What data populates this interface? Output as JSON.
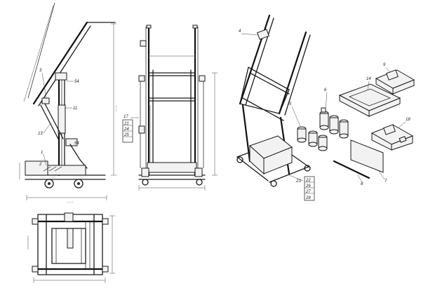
{
  "callouts": {
    "side": {
      "c1": "1",
      "c2": "2",
      "c3": "3",
      "c11": "11",
      "c13": "13",
      "c54a": "54",
      "c54b": "54"
    },
    "front": {
      "c17": "17",
      "c21": "21",
      "c24": "24",
      "c25": "25"
    },
    "iso": {
      "c4": "4",
      "c5": "5",
      "c6": "6",
      "c7": "7",
      "c8": "8",
      "c9": "9",
      "c14": "14",
      "c18": "18",
      "c22": "22",
      "c23": "23",
      "c26": "26",
      "c27": "27",
      "c28": "28"
    }
  }
}
